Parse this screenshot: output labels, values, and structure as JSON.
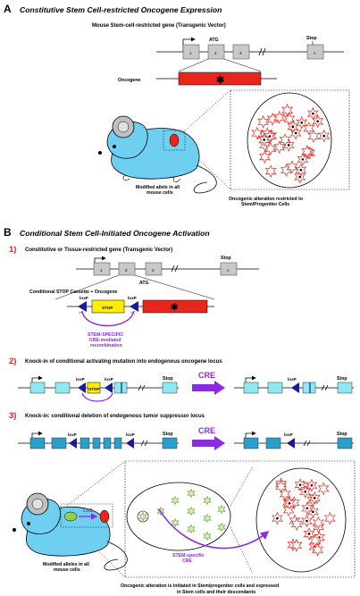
{
  "panel_a": {
    "letter": "A",
    "title": "Constitutive Stem Cell-restricted Oncogene Expression",
    "vector_label": "Mouse Stem-cell-restricted gene (Transgenic Vector)",
    "atg": "ATG",
    "stop": "Stop",
    "exons": [
      "1",
      "2",
      "3",
      "n"
    ],
    "oncogene_label": "Oncogene",
    "mouse_caption_1": "Modified allele in all",
    "mouse_caption_2": "mouse cells",
    "cells_caption_1": "Oncogenic alteration restricted to",
    "cells_caption_2": "Stem/Progenitor Cells"
  },
  "panel_b": {
    "letter": "B",
    "title": "Conditional Stem Cell-Initiated Oncogene Activation",
    "step1": {
      "num": "1)",
      "heading": "Constitutive or Tissue-restricted gene (Transgenic Vector)",
      "atg": "ATG",
      "stop": "Stop",
      "exons": [
        "1",
        "2",
        "3",
        "n"
      ],
      "cassette_label": "Conditional STOP Cassette + Oncogene",
      "loxp": "loxP",
      "stop_box": "STOP",
      "recomb_1": "STEM-SPECIFIC",
      "recomb_2": "CRE-mediated",
      "recomb_3": "recombination"
    },
    "step2": {
      "num": "2)",
      "heading": "Knock-in of conditional activating mutation into endogenous oncogene locus",
      "loxp": "loxP",
      "stop_box": "STOP",
      "stop": "Stop",
      "cre": "CRE"
    },
    "step3": {
      "num": "3)",
      "heading": "Knock-in: conditional deletion of endogenous tumor suppressor locus",
      "loxp": "loxP",
      "stop": "Stop",
      "cre": "CRE"
    },
    "mouse": {
      "cre_label": "CRE",
      "caption_1": "Modified alleles in all",
      "caption_2": "mouse cells",
      "stem_cre_1": "STEM-specific",
      "stem_cre_2": "CRE",
      "bottom_1": "Oncogenic alteration is initiated in Stem/progenitor cells and expressed",
      "bottom_2": "in Stem cells and their descendants"
    }
  },
  "colors": {
    "exon_grey": "#c8c8c8",
    "cyan_exon": "#8fe8f2",
    "dark_exon": "#2aa0c8",
    "mouse_blue": "#6fcff0",
    "oncogene_red": "#e8261c",
    "stop_yellow": "#ffee00",
    "loxp_blue": "#1a1aa0",
    "cre_purple": "#8a2be2",
    "stem_green": "#8fd14f"
  }
}
